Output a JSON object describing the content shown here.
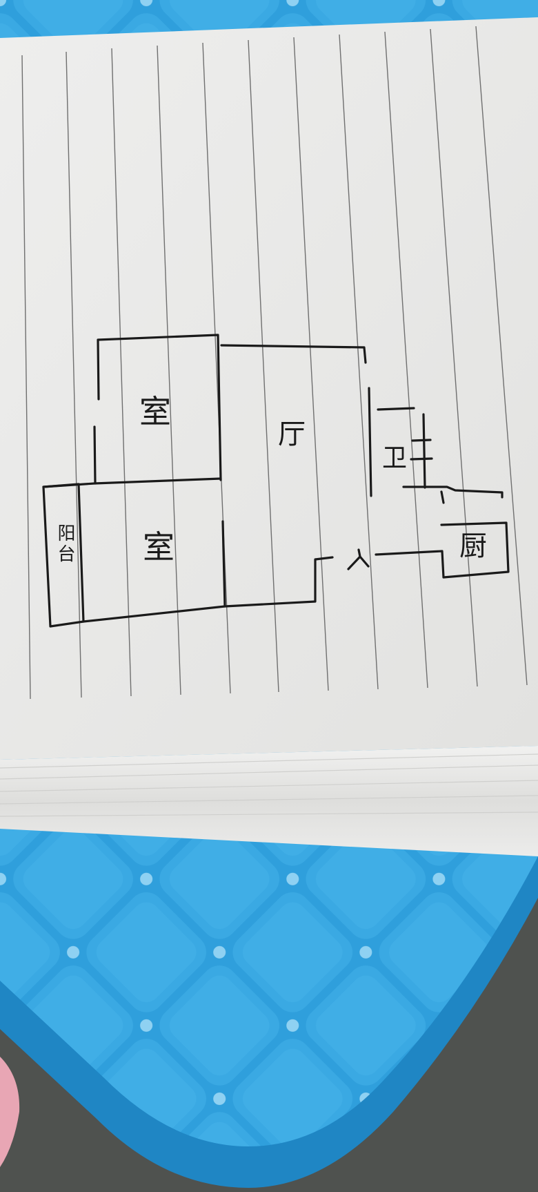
{
  "floor_plan": {
    "rooms": [
      {
        "id": "bedroom-top",
        "label": "室"
      },
      {
        "id": "living-room",
        "label": "厅"
      },
      {
        "id": "bathroom",
        "label": "卫"
      },
      {
        "id": "bedroom-bottom",
        "label": "室"
      },
      {
        "id": "balcony",
        "label": "阳台"
      },
      {
        "id": "kitchen",
        "label": "厨"
      }
    ],
    "entrance_label": "入"
  },
  "colors": {
    "table_blue": "#2f9fdc",
    "table_blue_dark": "#1f86c4",
    "paper": "#ebebea",
    "paper_shadow": "#d4d4d2",
    "ruled_line": "#6f6f6f",
    "ink": "#1a1a1a",
    "carpet": "#4f524f"
  }
}
